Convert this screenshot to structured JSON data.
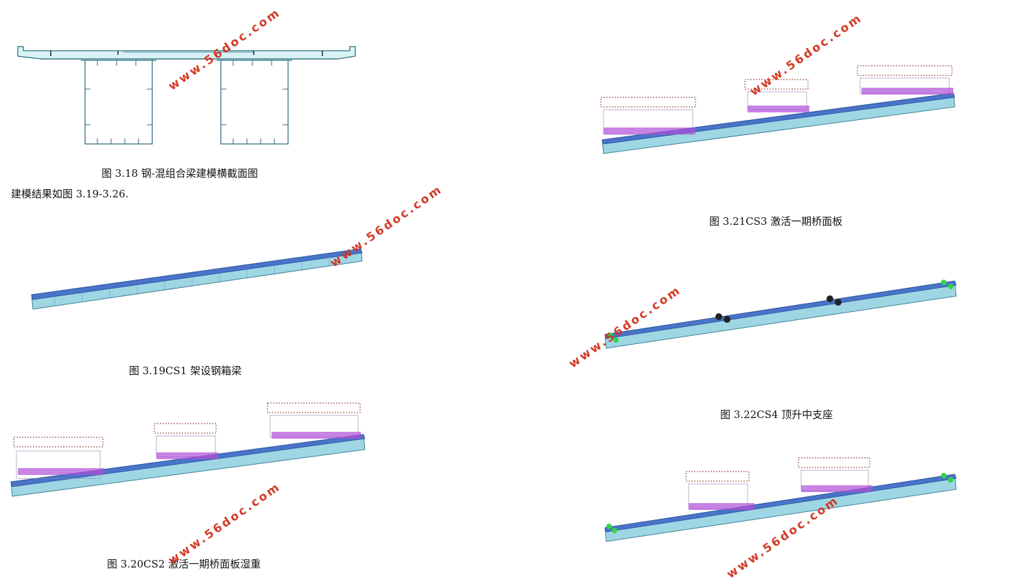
{
  "captions": {
    "fig318": "图 3.18 钢-混组合梁建模横截面图",
    "fig319": "图 3.19CS1  架设钢箱梁",
    "fig320": "图 3.20CS2 激活一期桥面板湿重",
    "fig321": "图 3.21CS3 激活一期桥面板",
    "fig322": "图 3.22CS4 顶升中支座"
  },
  "text": {
    "paragraph": "建模结果如图 3.19-3.26."
  },
  "watermark": {
    "text": "www.56doc.com",
    "color": "#d1311b"
  },
  "colors": {
    "deck": "#bfeaf2",
    "girder_top": "#4a74c9",
    "girder_side": "#9fd6e4",
    "load_brown": "#8b3a2a",
    "load_purple": "#b04fd8",
    "support_green": "#2fd64a",
    "section_line": "#2e6f7e"
  }
}
